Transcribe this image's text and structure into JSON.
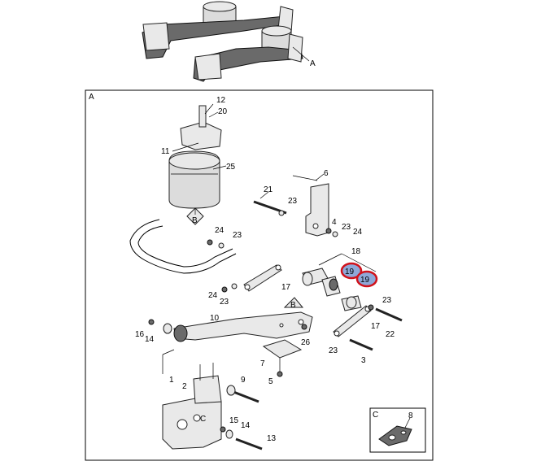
{
  "detail_labels": {
    "overview_ref": "A",
    "main_frame": "A",
    "inset_frame": "C",
    "view_b_top": "B",
    "view_b_mid": "B",
    "view_c": "C"
  },
  "callouts": {
    "n12": "12",
    "n20": "20",
    "n11": "11",
    "n25": "25",
    "n6": "6",
    "n21": "21",
    "n23a": "23",
    "n4": "4",
    "n23b": "23",
    "n24a": "24",
    "n24b": "24",
    "n23c": "23",
    "n18": "18",
    "n19a": "19",
    "n19b": "19",
    "n24c": "24",
    "n23d": "23",
    "n17a": "17",
    "n10": "10",
    "n16": "16",
    "n14a": "14",
    "n26": "26",
    "n7": "7",
    "n5": "5",
    "n17b": "17",
    "n23e": "23",
    "n22": "22",
    "n23f": "23",
    "n3": "3",
    "n1": "1",
    "n2": "2",
    "n9": "9",
    "n15": "15",
    "n14b": "14",
    "n13": "13",
    "n8": "8"
  },
  "highlight_color": "#d0121b",
  "highlight_fill": "#8fa8d8"
}
